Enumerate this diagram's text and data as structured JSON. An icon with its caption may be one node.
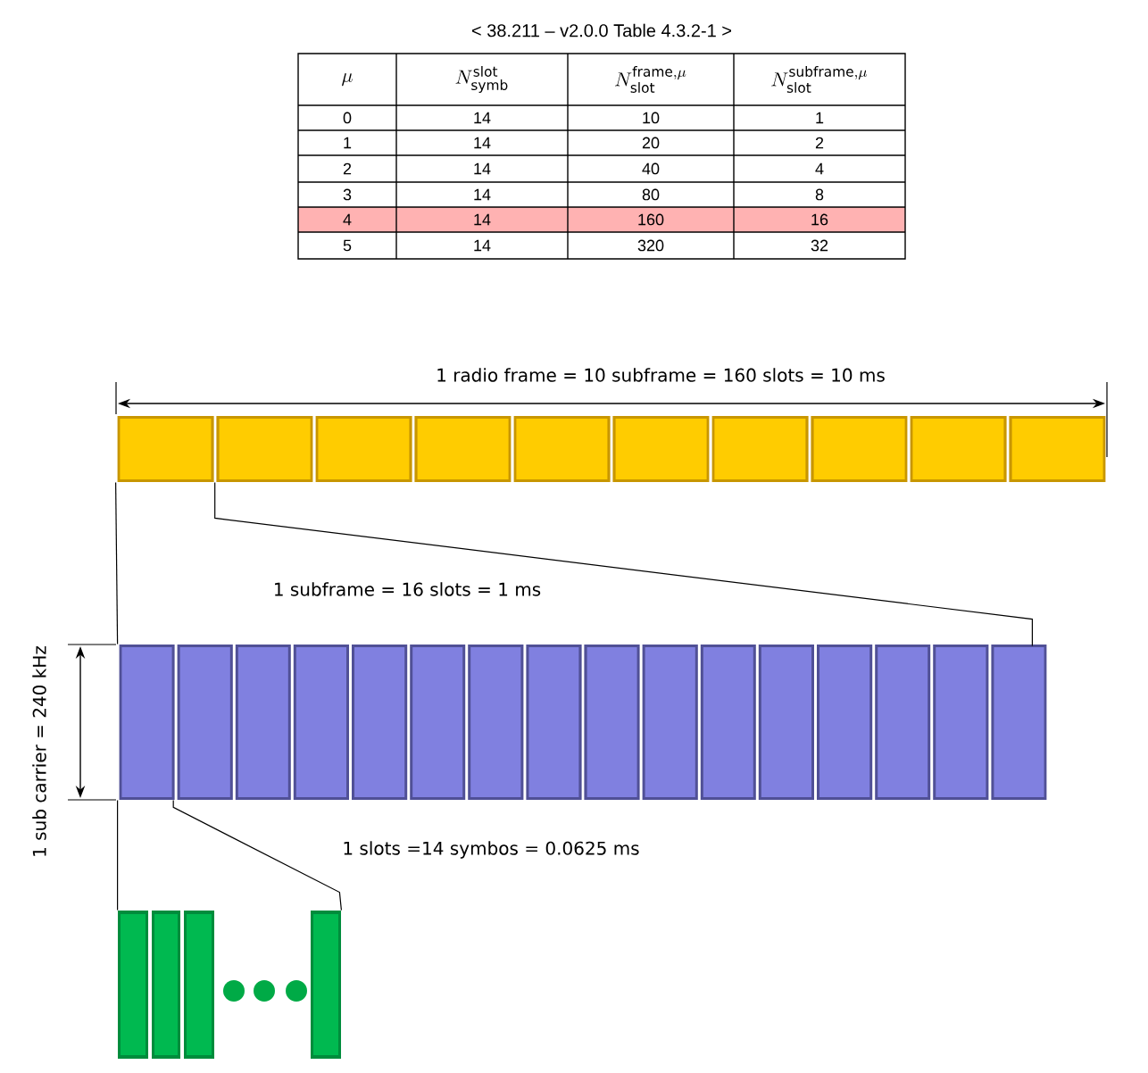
{
  "diagram": {
    "nodes": [
      {
        "text": [],
        "shape": "bar"
      },
      {
        "text": [],
        "shape": "bar"
      },
      {
        "text": [],
        "shape": "picture"
      }
    ],
    "edges": [
      {
        "from": 0,
        "to": 1,
        "arrow": "none"
      },
      {
        "from": 0,
        "to": 1,
        "arrow": "none"
      },
      {
        "from": 1,
        "to": 2,
        "arrow": "none"
      },
      {
        "from": 1,
        "to": 2,
        "arrow": "none"
      }
    ],
    "labels": [
      "< 38.211 – v2.0.0 Table 4.3.2-1 >",
      "\\mu",
      "N^{\\mathrm{slot}}_{\\mathrm{symb}}",
      "N^{\\mathrm{frame},\\mu}_{\\mathrm{slot}}",
      "N^{\\mathrm{subframe},\\mu}_{\\mathrm{slot}}",
      "0",
      "14",
      "10",
      "1",
      "1",
      "14",
      "20",
      "2",
      "2",
      "14",
      "40",
      "4",
      "3",
      "14",
      "80",
      "8",
      "4",
      "14",
      "160",
      "16",
      "5",
      "14",
      "320",
      "32",
      "1 radio frame = 10 subframe = 160 slots = 10 ms",
      "1 subframe = 16 slots = 1 ms",
      "1 sub carrier = 240 kHz",
      "1 slots =14 symbos = 0.0625 ms"
    ]
  }
}
